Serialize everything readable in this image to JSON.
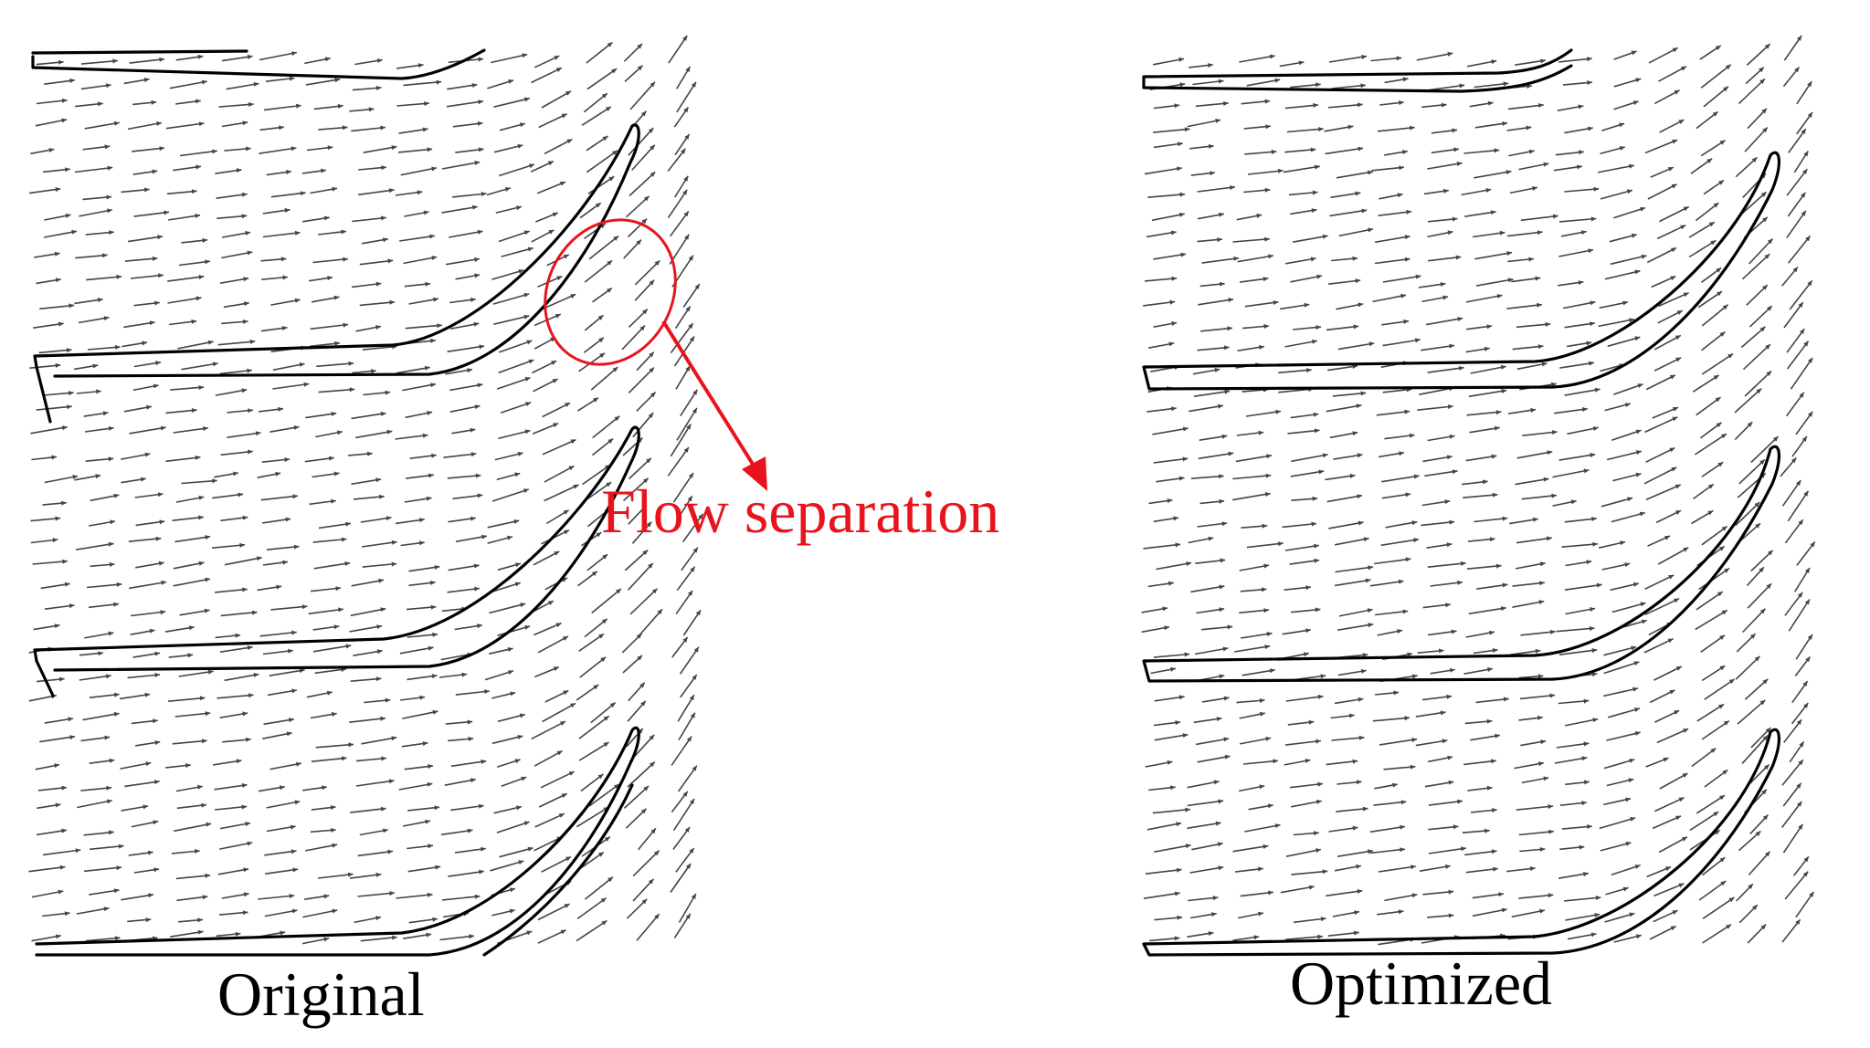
{
  "panels": [
    {
      "id": "original",
      "caption": "Original",
      "seed": 7
    },
    {
      "id": "optimized",
      "caption": "Optimized",
      "seed": 13
    }
  ],
  "annotation": {
    "label": "Flow separation",
    "color": "#e8141b"
  },
  "colors": {
    "blade": "#000000",
    "vector": "#444444"
  }
}
